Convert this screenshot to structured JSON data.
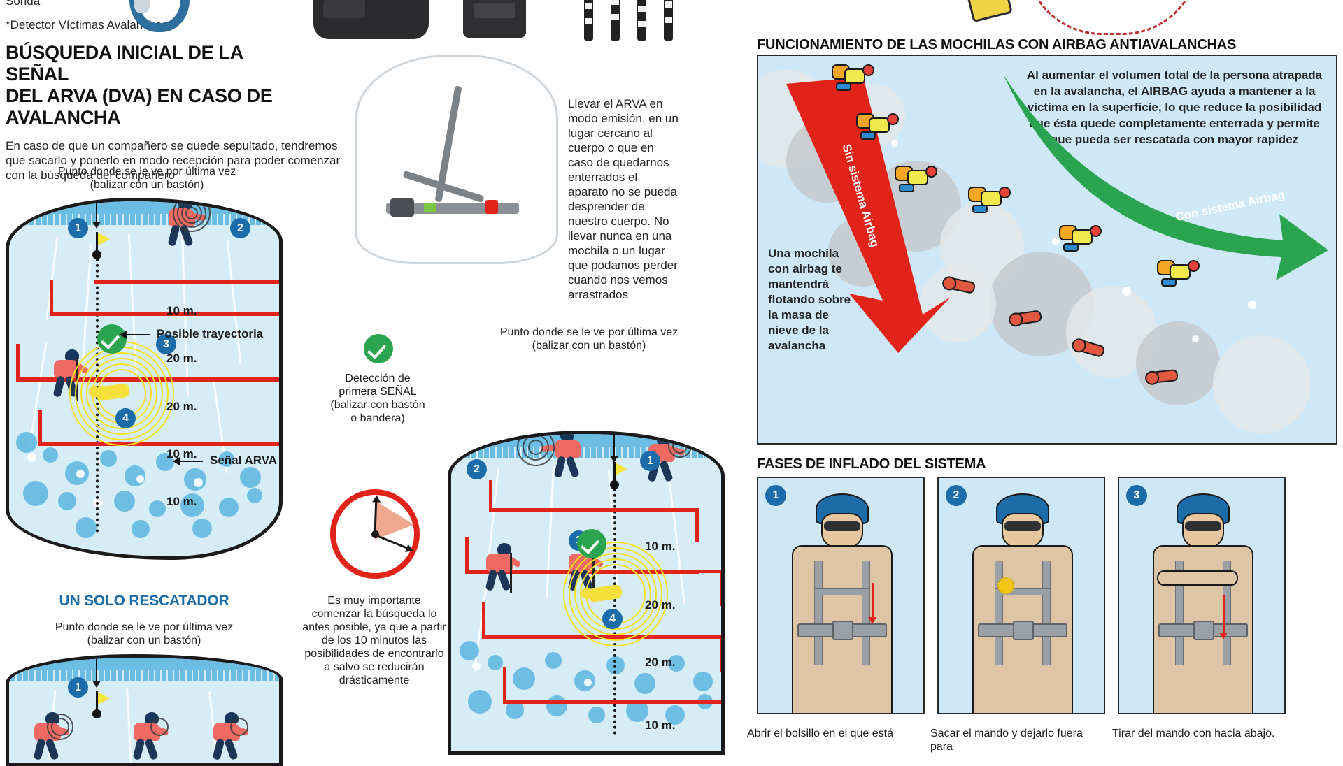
{
  "equipment_strip": {
    "label_sonda": "Sonda",
    "footnote": "*Detector Víctimas Avalanchas"
  },
  "left_section": {
    "title_line1": "BÚSQUEDA INICIAL DE LA SEÑAL",
    "title_line2": "DEL ARVA (DVA) EN CASO DE AVALANCHA",
    "intro": "En caso de que un compañero se quede sepultado, tendremos que sacarlo y ponerlo en modo recepción para poder comenzar con la búsqueda del compañero",
    "diagram1": {
      "caption_line1": "Punto donde se le ve por última vez",
      "caption_line2": "(balizar con un bastón)",
      "markers": [
        "1",
        "2",
        "3",
        "4"
      ],
      "distance_labels": [
        "10 m.",
        "20 m.",
        "20 m.",
        "10 m.",
        "10 m."
      ],
      "annotation_trajectory": "Posible trayectoria",
      "annotation_signal": "Señal ARVA"
    },
    "subheading": "UN SOLO RESCATADOR",
    "diagram3": {
      "caption_line1": "Punto donde se le ve por última vez",
      "caption_line2": "(balizar con un bastón)",
      "markers": [
        "1"
      ]
    }
  },
  "middle_section": {
    "harness_text": "Llevar el ARVA en modo emisión, en un lugar cercano al cuerpo o que en caso de quedarnos enterrados el aparato no se pueda desprender de nuestro cuerpo. No llevar nunca en una mochila o un lugar que podamos perder cuando nos vemos arrastrados",
    "detection_block": {
      "line1": "Detección de",
      "line2": "primera SEÑAL",
      "line3": "(balizar con bastón",
      "line4": "o bandera)"
    },
    "clock_text": "Es muy importante comenzar la búsqueda lo antes posible, ya que a partir de los 10 minutos las posibilidades de encontrarlo a salvo se reducirán drásticamente",
    "diagram2": {
      "caption_line1": "Punto donde se le ve por última vez",
      "caption_line2": "(balizar con un bastón)",
      "markers": [
        "1",
        "2",
        "3",
        "4"
      ],
      "distance_labels": [
        "10 m.",
        "20 m.",
        "20 m.",
        "10 m."
      ]
    }
  },
  "right_section": {
    "title": "FUNCIONAMIENTO DE LAS MOCHILAS CON AIRBAG ANTIAVALANCHAS",
    "main_text": "Al aumentar el volumen total de la persona atrapada en la avalancha, el AIRBAG ayuda a mantener a la víctima en la superficie, lo que reduce la posibilidad que ésta quede completamente enterrada y permite que pueda ser rescatada con mayor rapidez",
    "side_text": "Una mochila con airbag te mantendrá flotando sobre la masa de nieve de la avalancha",
    "arrow_red_label": "Sin sistema Airbag",
    "arrow_green_label": "Con sistema Airbag",
    "colors": {
      "red": "#e2231a",
      "green": "#2aa44f",
      "blue_accent": "#1b6ca8"
    }
  },
  "phases_section": {
    "title": "FASES DE INFLADO DEL SISTEMA",
    "phases": [
      {
        "number": "1",
        "caption": "Abrir el bolsillo en el  que está"
      },
      {
        "number": "2",
        "caption": "Sacar el mando y dejarlo fuera para"
      },
      {
        "number": "3",
        "caption": "Tirar del mando con hacia abajo."
      }
    ]
  }
}
